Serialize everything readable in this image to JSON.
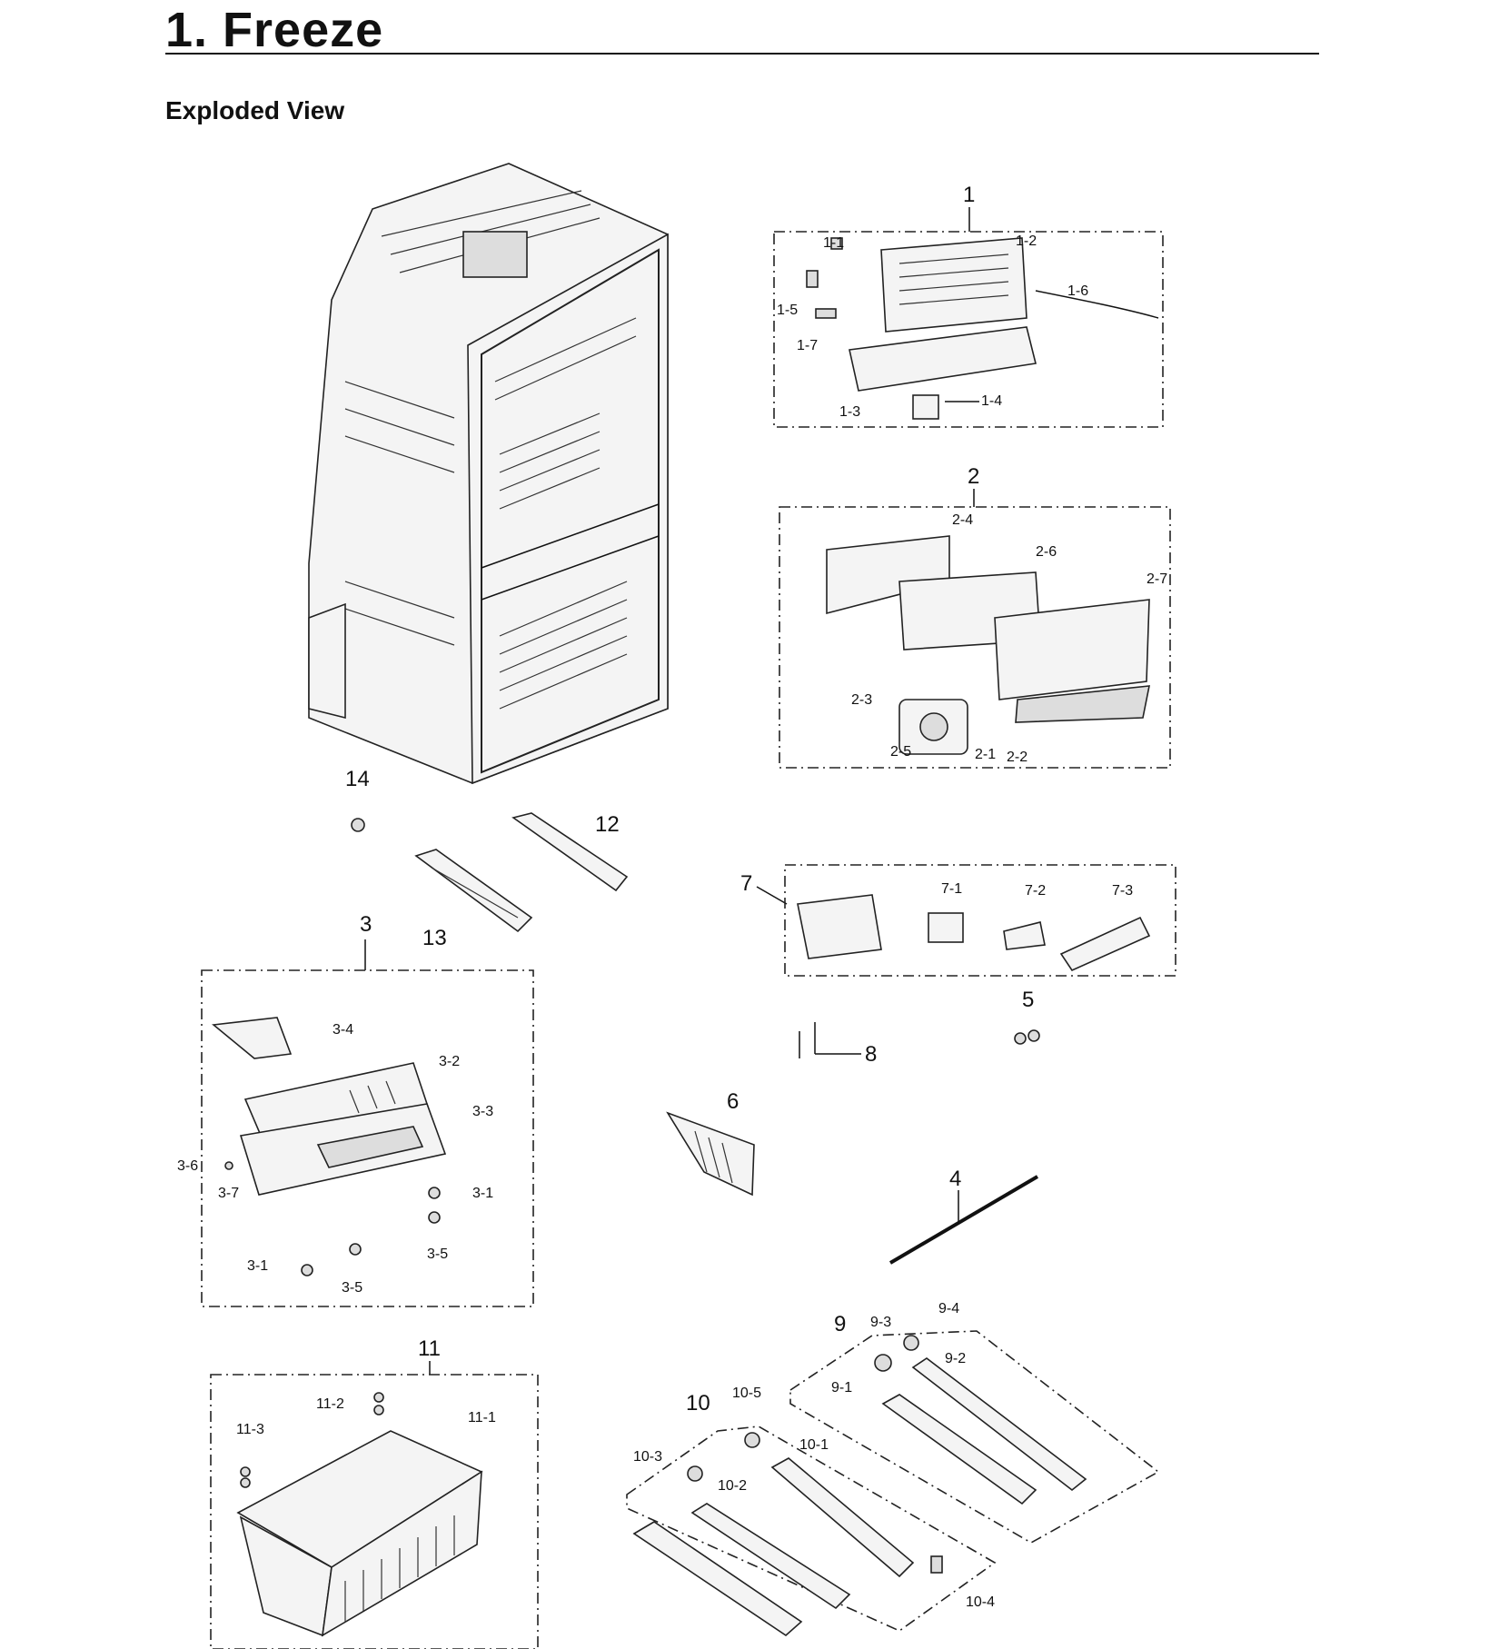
{
  "header": {
    "title": "1.  Freeze",
    "subtitle": "Exploded View"
  },
  "groups": {
    "g1": {
      "label": "1",
      "parts": [
        "1-1",
        "1-2",
        "1-3",
        "1-4",
        "1-5",
        "1-6",
        "1-7"
      ]
    },
    "g2": {
      "label": "2",
      "parts": [
        "2-1",
        "2-2",
        "2-3",
        "2-4",
        "2-5",
        "2-6",
        "2-7"
      ]
    },
    "g3": {
      "label": "3",
      "parts": [
        "3-1",
        "3-1",
        "3-2",
        "3-3",
        "3-4",
        "3-5",
        "3-5",
        "3-6",
        "3-7"
      ]
    },
    "g7": {
      "label": "7",
      "parts": [
        "7-1",
        "7-2",
        "7-3"
      ]
    },
    "g9": {
      "label": "9",
      "parts": [
        "9-1",
        "9-2",
        "9-3",
        "9-4"
      ]
    },
    "g10": {
      "label": "10",
      "parts": [
        "10-1",
        "10-2",
        "10-3",
        "10-4",
        "10-5"
      ]
    },
    "g11": {
      "label": "11",
      "parts": [
        "11-1",
        "11-2",
        "11-3"
      ]
    }
  },
  "single_parts": [
    "4",
    "5",
    "6",
    "8",
    "12",
    "13",
    "14"
  ]
}
